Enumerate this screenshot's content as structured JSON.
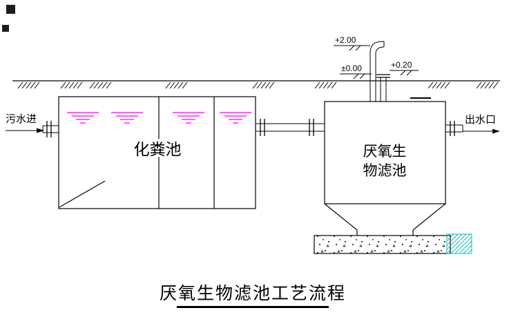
{
  "diagram": {
    "title": "厌氧生物滤池工艺流程",
    "labels": {
      "inlet": "污水进",
      "outlet": "出水口",
      "septic_tank": "化粪池",
      "filter_tank_line1": "厌氧生",
      "filter_tank_line2": "物滤池"
    },
    "elevations": {
      "top": "+2.00",
      "ground": "±0.00",
      "vent": "+0.20"
    },
    "colors": {
      "line": "#000000",
      "water": "#ff00ff",
      "hatch_cyan": "#00c0c0"
    }
  }
}
